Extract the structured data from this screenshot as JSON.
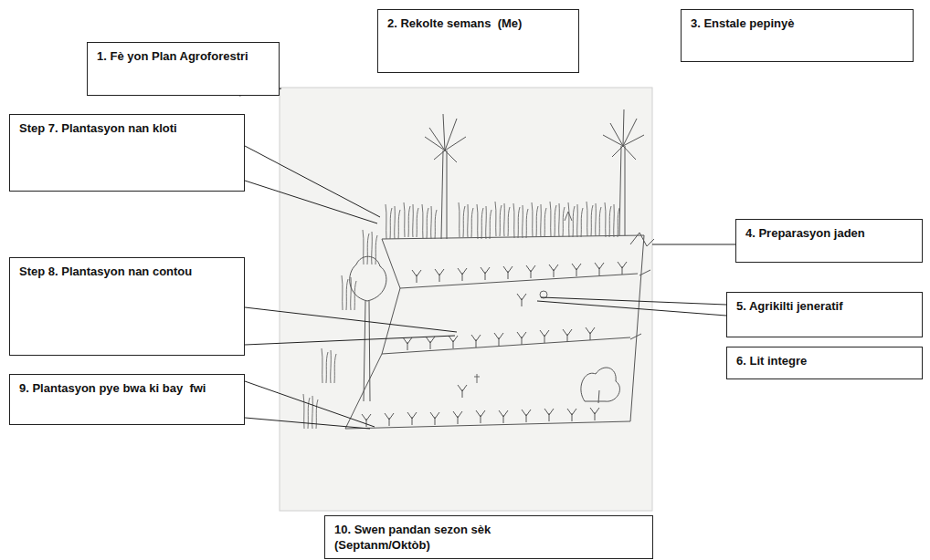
{
  "diagram": {
    "nodes": [
      {
        "text": [
          "1. Fè yon Plan Agroforestri"
        ]
      },
      {
        "text": [
          "2. Rekolte semans  (Me)"
        ]
      },
      {
        "text": [
          "3. Enstale pepinyè"
        ]
      },
      {
        "text": [
          "Step 7. Plantasyon nan kloti"
        ]
      },
      {
        "text": [
          "4. Preparasyon jaden"
        ]
      },
      {
        "text": [
          "Step 8. Plantasyon nan contou"
        ]
      },
      {
        "text": [
          "5. Agrikilti jeneratif"
        ]
      },
      {
        "text": [
          "6. Lit integre"
        ]
      },
      {
        "text": [
          "9. Plantasyon pye bwa ki bay  fwi"
        ]
      },
      {
        "text": [
          "10. Swen pandan sezon sèk (Septanm/Oktòb)"
        ]
      }
    ]
  }
}
